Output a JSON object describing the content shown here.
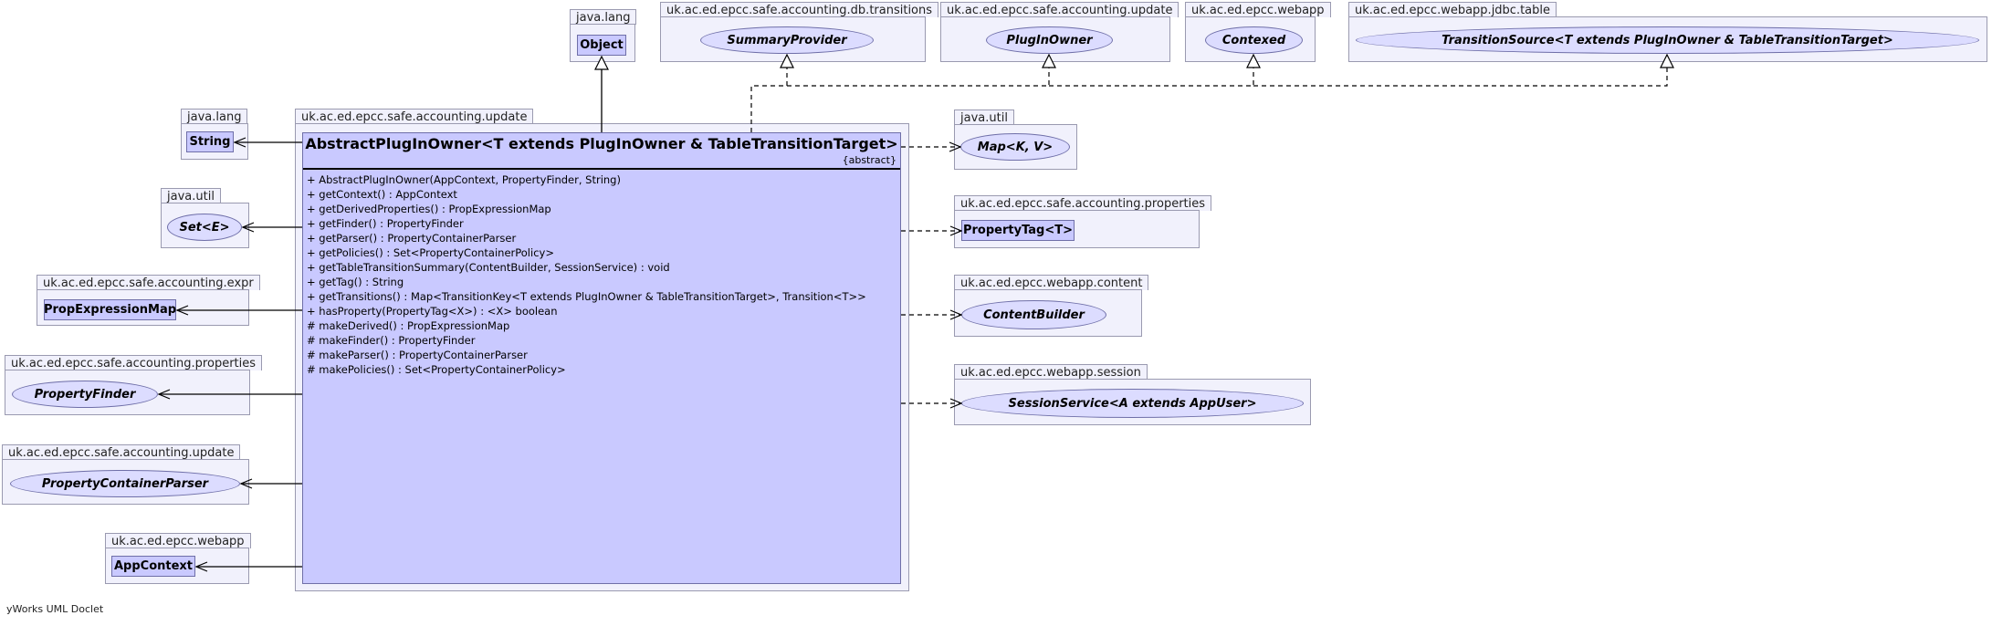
{
  "packages": {
    "java_lang_top": "java.lang",
    "db_transitions": "uk.ac.ed.epcc.safe.accounting.db.transitions",
    "update_top": "uk.ac.ed.epcc.safe.accounting.update",
    "webapp_top": "uk.ac.ed.epcc.webapp",
    "jdbc_table": "uk.ac.ed.epcc.webapp.jdbc.table",
    "java_lang_left": "java.lang",
    "update_main": "uk.ac.ed.epcc.safe.accounting.update",
    "java_util_right": "java.util",
    "java_util_left": "java.util",
    "properties_right": "uk.ac.ed.epcc.safe.accounting.properties",
    "expr": "uk.ac.ed.epcc.safe.accounting.expr",
    "content": "uk.ac.ed.epcc.webapp.content",
    "properties_left": "uk.ac.ed.epcc.safe.accounting.properties",
    "session": "uk.ac.ed.epcc.webapp.session",
    "update_left": "uk.ac.ed.epcc.safe.accounting.update",
    "webapp_left": "uk.ac.ed.epcc.webapp"
  },
  "types": {
    "object": "Object",
    "summary_provider": "SummaryProvider",
    "plugin_owner": "PlugInOwner",
    "contexed": "Contexed",
    "transition_source": "TransitionSource<T extends PlugInOwner & TableTransitionTarget>",
    "string": "String",
    "map": "Map<K, V>",
    "set": "Set<E>",
    "property_tag": "PropertyTag<T>",
    "prop_expression_map": "PropExpressionMap",
    "content_builder": "ContentBuilder",
    "property_finder": "PropertyFinder",
    "session_service": "SessionService<A extends AppUser>",
    "property_container_parser": "PropertyContainerParser",
    "app_context": "AppContext"
  },
  "main_class": {
    "name": "AbstractPlugInOwner<T extends PlugInOwner & TableTransitionTarget>",
    "stereotype": "{abstract}",
    "members": [
      "+  AbstractPlugInOwner(AppContext, PropertyFinder, String)",
      "+  getContext() : AppContext",
      "+  getDerivedProperties() : PropExpressionMap",
      "+  getFinder() : PropertyFinder",
      "+  getParser() : PropertyContainerParser",
      "+  getPolicies() : Set<PropertyContainerPolicy>",
      "+  getTableTransitionSummary(ContentBuilder, SessionService) : void",
      "+  getTag() : String",
      "+  getTransitions() : Map<TransitionKey<T extends PlugInOwner & TableTransitionTarget>, Transition<T>>",
      "+  hasProperty(PropertyTag<X>) : <X> boolean",
      "#  makeDerived() : PropExpressionMap",
      "#  makeFinder() : PropertyFinder",
      "#  makeParser() : PropertyContainerParser",
      "#  makePolicies() : Set<PropertyContainerPolicy>"
    ]
  },
  "footer": "yWorks UML Doclet"
}
